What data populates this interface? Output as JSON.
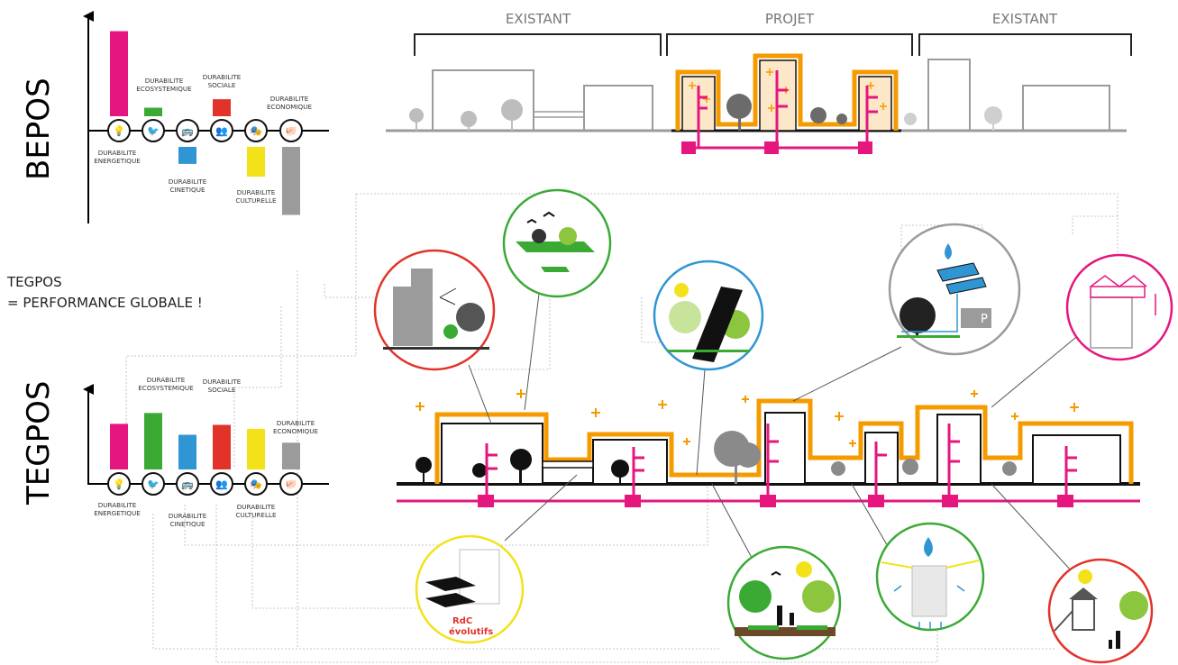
{
  "colors": {
    "energetique": "#e5177e",
    "ecosystemique": "#3aaa35",
    "cinetique": "#2f96d3",
    "sociale": "#e2332a",
    "culturelle": "#f2e21a",
    "economique": "#9b9b9b",
    "roof": "#f59b00",
    "pipe": "#e5177e"
  },
  "bepos": {
    "title": "BEPOS",
    "labels": {
      "energetique": [
        "DURABILITE",
        "ENERGETIQUE"
      ],
      "ecosystemique": [
        "DURABILITE",
        "ECOSYSTEMIQUE"
      ],
      "cinetique": [
        "DURABILITE",
        "CINETIQUE"
      ],
      "sociale": [
        "DURABILITE",
        "SOCIALE"
      ],
      "culturelle": [
        "DURABILITE",
        "CULTURELLE"
      ],
      "economique": [
        "DURABILITE",
        "ECONOMIQUE"
      ]
    },
    "values": {
      "energetique": 8,
      "ecosystemique": 0.8,
      "cinetique": -1.6,
      "sociale": 1.6,
      "culturelle": -2.8,
      "economique": -6.4
    }
  },
  "tegpos_title": "TEGPOS",
  "tagline": [
    "TEGPOS",
    "= PERFORMANCE GLOBALE !"
  ],
  "tegpos": {
    "labels": {
      "energetique": [
        "DURABILITE",
        "ENERGETIQUE"
      ],
      "ecosystemique": [
        "DURABILITE",
        "ECOSYSTEMIQUE"
      ],
      "cinetique": [
        "DURABILITE",
        "CINETIQUE"
      ],
      "sociale": [
        "DURABILITE",
        "SOCIALE"
      ],
      "culturelle": [
        "DURABILITE",
        "CULTURELLE"
      ],
      "economique": [
        "DURABILITE",
        "ECONOMIQUE"
      ]
    },
    "values": {
      "energetique": 4.6,
      "ecosystemique": 5.7,
      "cinetique": 3.5,
      "sociale": 4.5,
      "culturelle": 4.1,
      "economique": 2.7
    }
  },
  "section": {
    "labels": [
      "EXISTANT",
      "PROJET",
      "EXISTANT"
    ]
  },
  "rdc_label": [
    "RdC",
    "évolutifs"
  ],
  "parking_label": "P"
}
